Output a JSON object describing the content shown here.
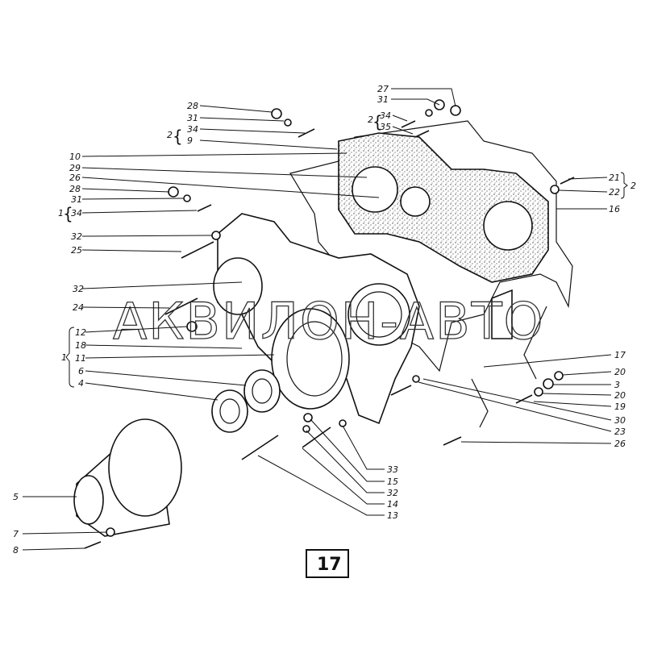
{
  "figure_number": "17",
  "watermark": "АКВИЛОН-АВТО",
  "groups": {
    "g1": "1",
    "g2": "2"
  },
  "labels": {
    "tr_27": "27",
    "tr_31": "31",
    "tr_34": "34",
    "tr_35": "35",
    "tl_28": "28",
    "tl_31": "31",
    "tl_34": "34",
    "tl_9": "9",
    "l_10": "10",
    "l_29": "29",
    "l_26": "26",
    "l_28": "28",
    "l_31": "31",
    "l_34": "34",
    "l_32a": "32",
    "l_25": "25",
    "l_32b": "32",
    "l_24": "24",
    "l_12": "12",
    "l_18": "18",
    "l_11": "11",
    "l_6": "6",
    "l_4": "4",
    "l_5": "5",
    "l_7": "7",
    "l_8": "8",
    "r_21": "21",
    "r_22": "22",
    "r_16": "16",
    "r_17": "17",
    "r_20a": "20",
    "r_3": "3",
    "r_20b": "20",
    "r_19": "19",
    "r_30": "30",
    "r_23": "23",
    "r_26": "26",
    "b_33": "33",
    "b_15": "15",
    "b_32": "32",
    "b_14": "14",
    "b_13": "13"
  }
}
